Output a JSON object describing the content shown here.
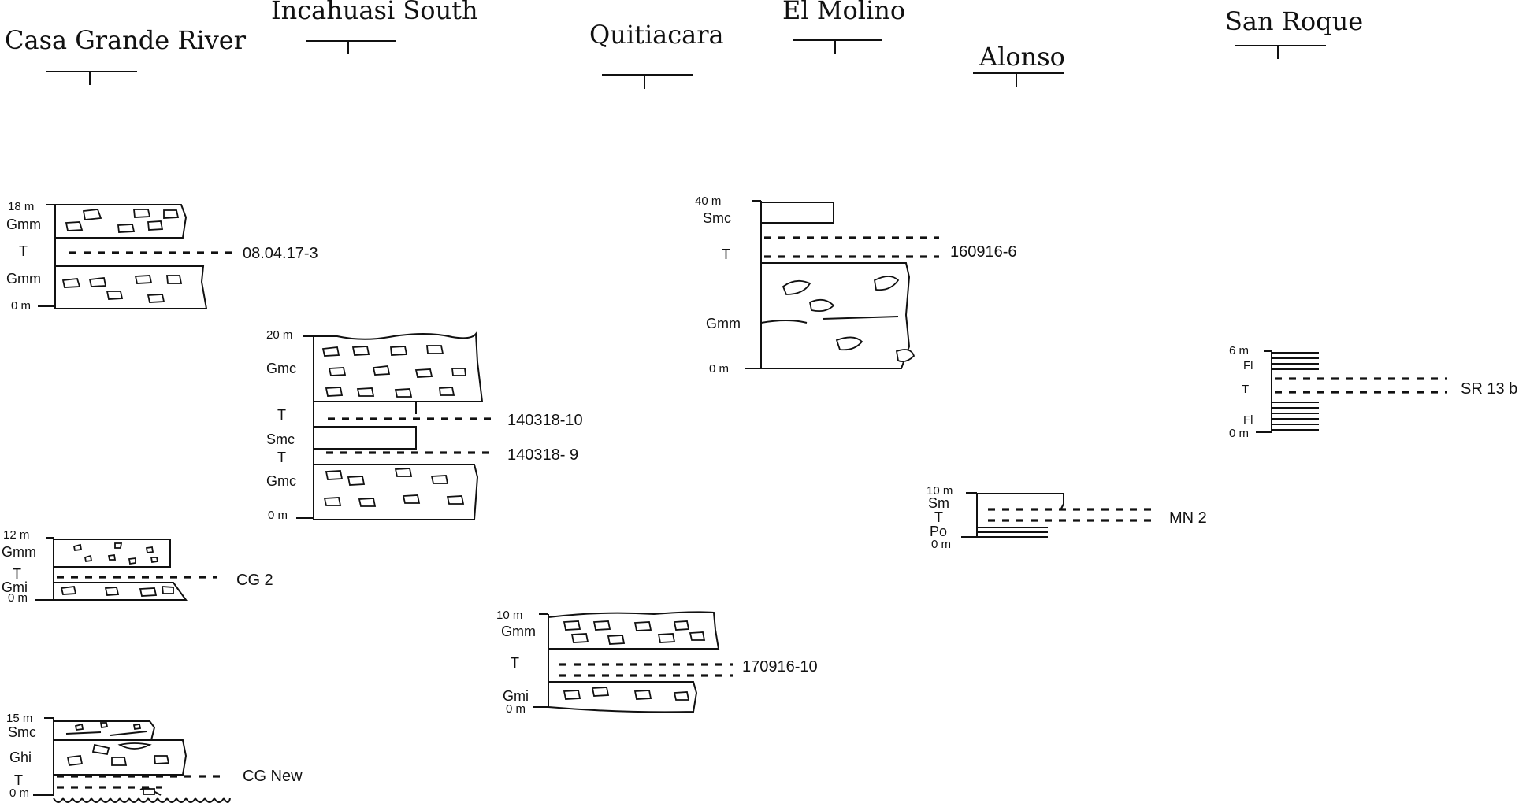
{
  "sections": [
    {
      "id": "casa-grande-river",
      "name": "Casa Grande River"
    },
    {
      "id": "incahuasi-south",
      "name": "Incahuasi South"
    },
    {
      "id": "quitiacara",
      "name": "Quitiacara"
    },
    {
      "id": "el-molino",
      "name": "El Molino"
    },
    {
      "id": "alonso",
      "name": "Alonso"
    },
    {
      "id": "san-roque",
      "name": "San Roque"
    }
  ],
  "logs": {
    "cg_a": {
      "top_depth": "18 m",
      "base_depth": "0 m",
      "facies": [
        "Gmm",
        "T",
        "Gmm"
      ],
      "sample": "08.04.17-3"
    },
    "cg_b": {
      "top_depth": "12 m",
      "base_depth": "0 m",
      "facies": [
        "Gmm",
        "T",
        "Gmi"
      ],
      "sample": "CG 2"
    },
    "cg_c": {
      "top_depth": "15 m",
      "base_depth": "0 m",
      "facies": [
        "Smc",
        "Ghi",
        "T"
      ],
      "sample": "CG New"
    },
    "incahuasi": {
      "top_depth": "20 m",
      "base_depth": "0 m",
      "facies": [
        "Gmc",
        "T",
        "Smc",
        "T",
        "Gmc"
      ],
      "samples": [
        "140318-10",
        "140318- 9"
      ]
    },
    "quitiacara": {
      "top_depth": "10 m",
      "base_depth": "0 m",
      "facies": [
        "Gmm",
        "T",
        "Gmi"
      ],
      "sample": "170916-10"
    },
    "el_molino": {
      "top_depth": "40 m",
      "base_depth": "0 m",
      "facies": [
        "Smc",
        "T",
        "Gmm"
      ],
      "sample": "160916-6"
    },
    "alonso": {
      "top_depth": "10 m",
      "base_depth": "0 m",
      "facies": [
        "Sm",
        "T",
        "Po"
      ],
      "sample": "MN 2"
    },
    "san_roque": {
      "top_depth": "6 m",
      "base_depth": "0 m",
      "facies": [
        "Fl",
        "T",
        "Fl"
      ],
      "sample": "SR 13 b"
    }
  }
}
